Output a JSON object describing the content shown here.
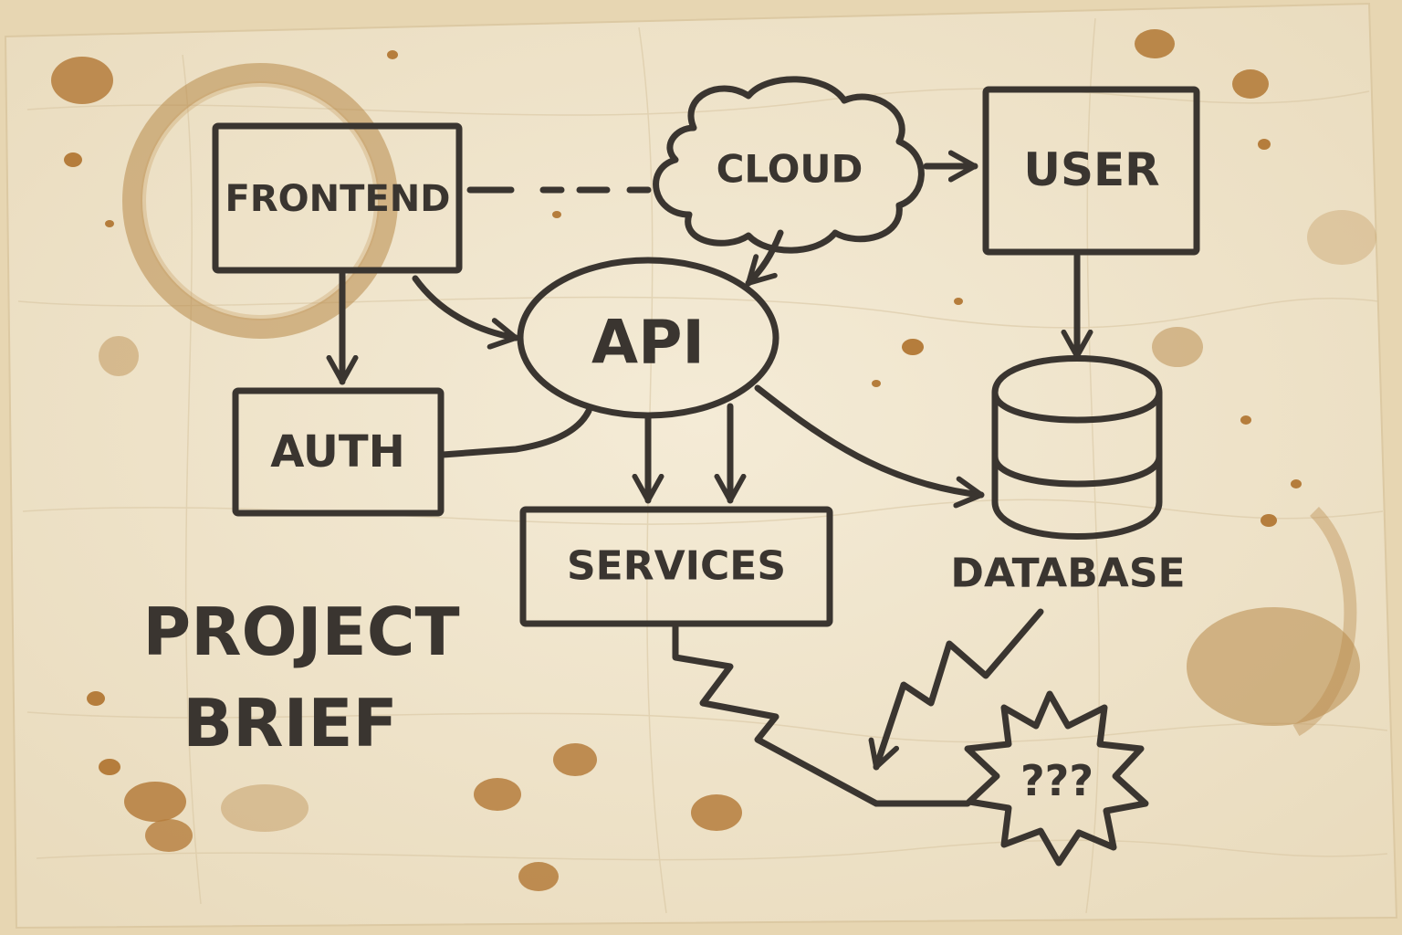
{
  "title": {
    "line1": "PROJECT",
    "line2": "BRIEF"
  },
  "nodes": {
    "frontend": "FRONTEND",
    "cloud": "CLOUD",
    "user": "USER",
    "api": "API",
    "auth": "AUTH",
    "services": "SERVICES",
    "database": "DATABASE",
    "unknown": "???"
  },
  "colors": {
    "paper": "#f2e7d0",
    "ink": "#3a3530",
    "coffee": "#b88a4a",
    "crumb": "#b57d3c"
  }
}
